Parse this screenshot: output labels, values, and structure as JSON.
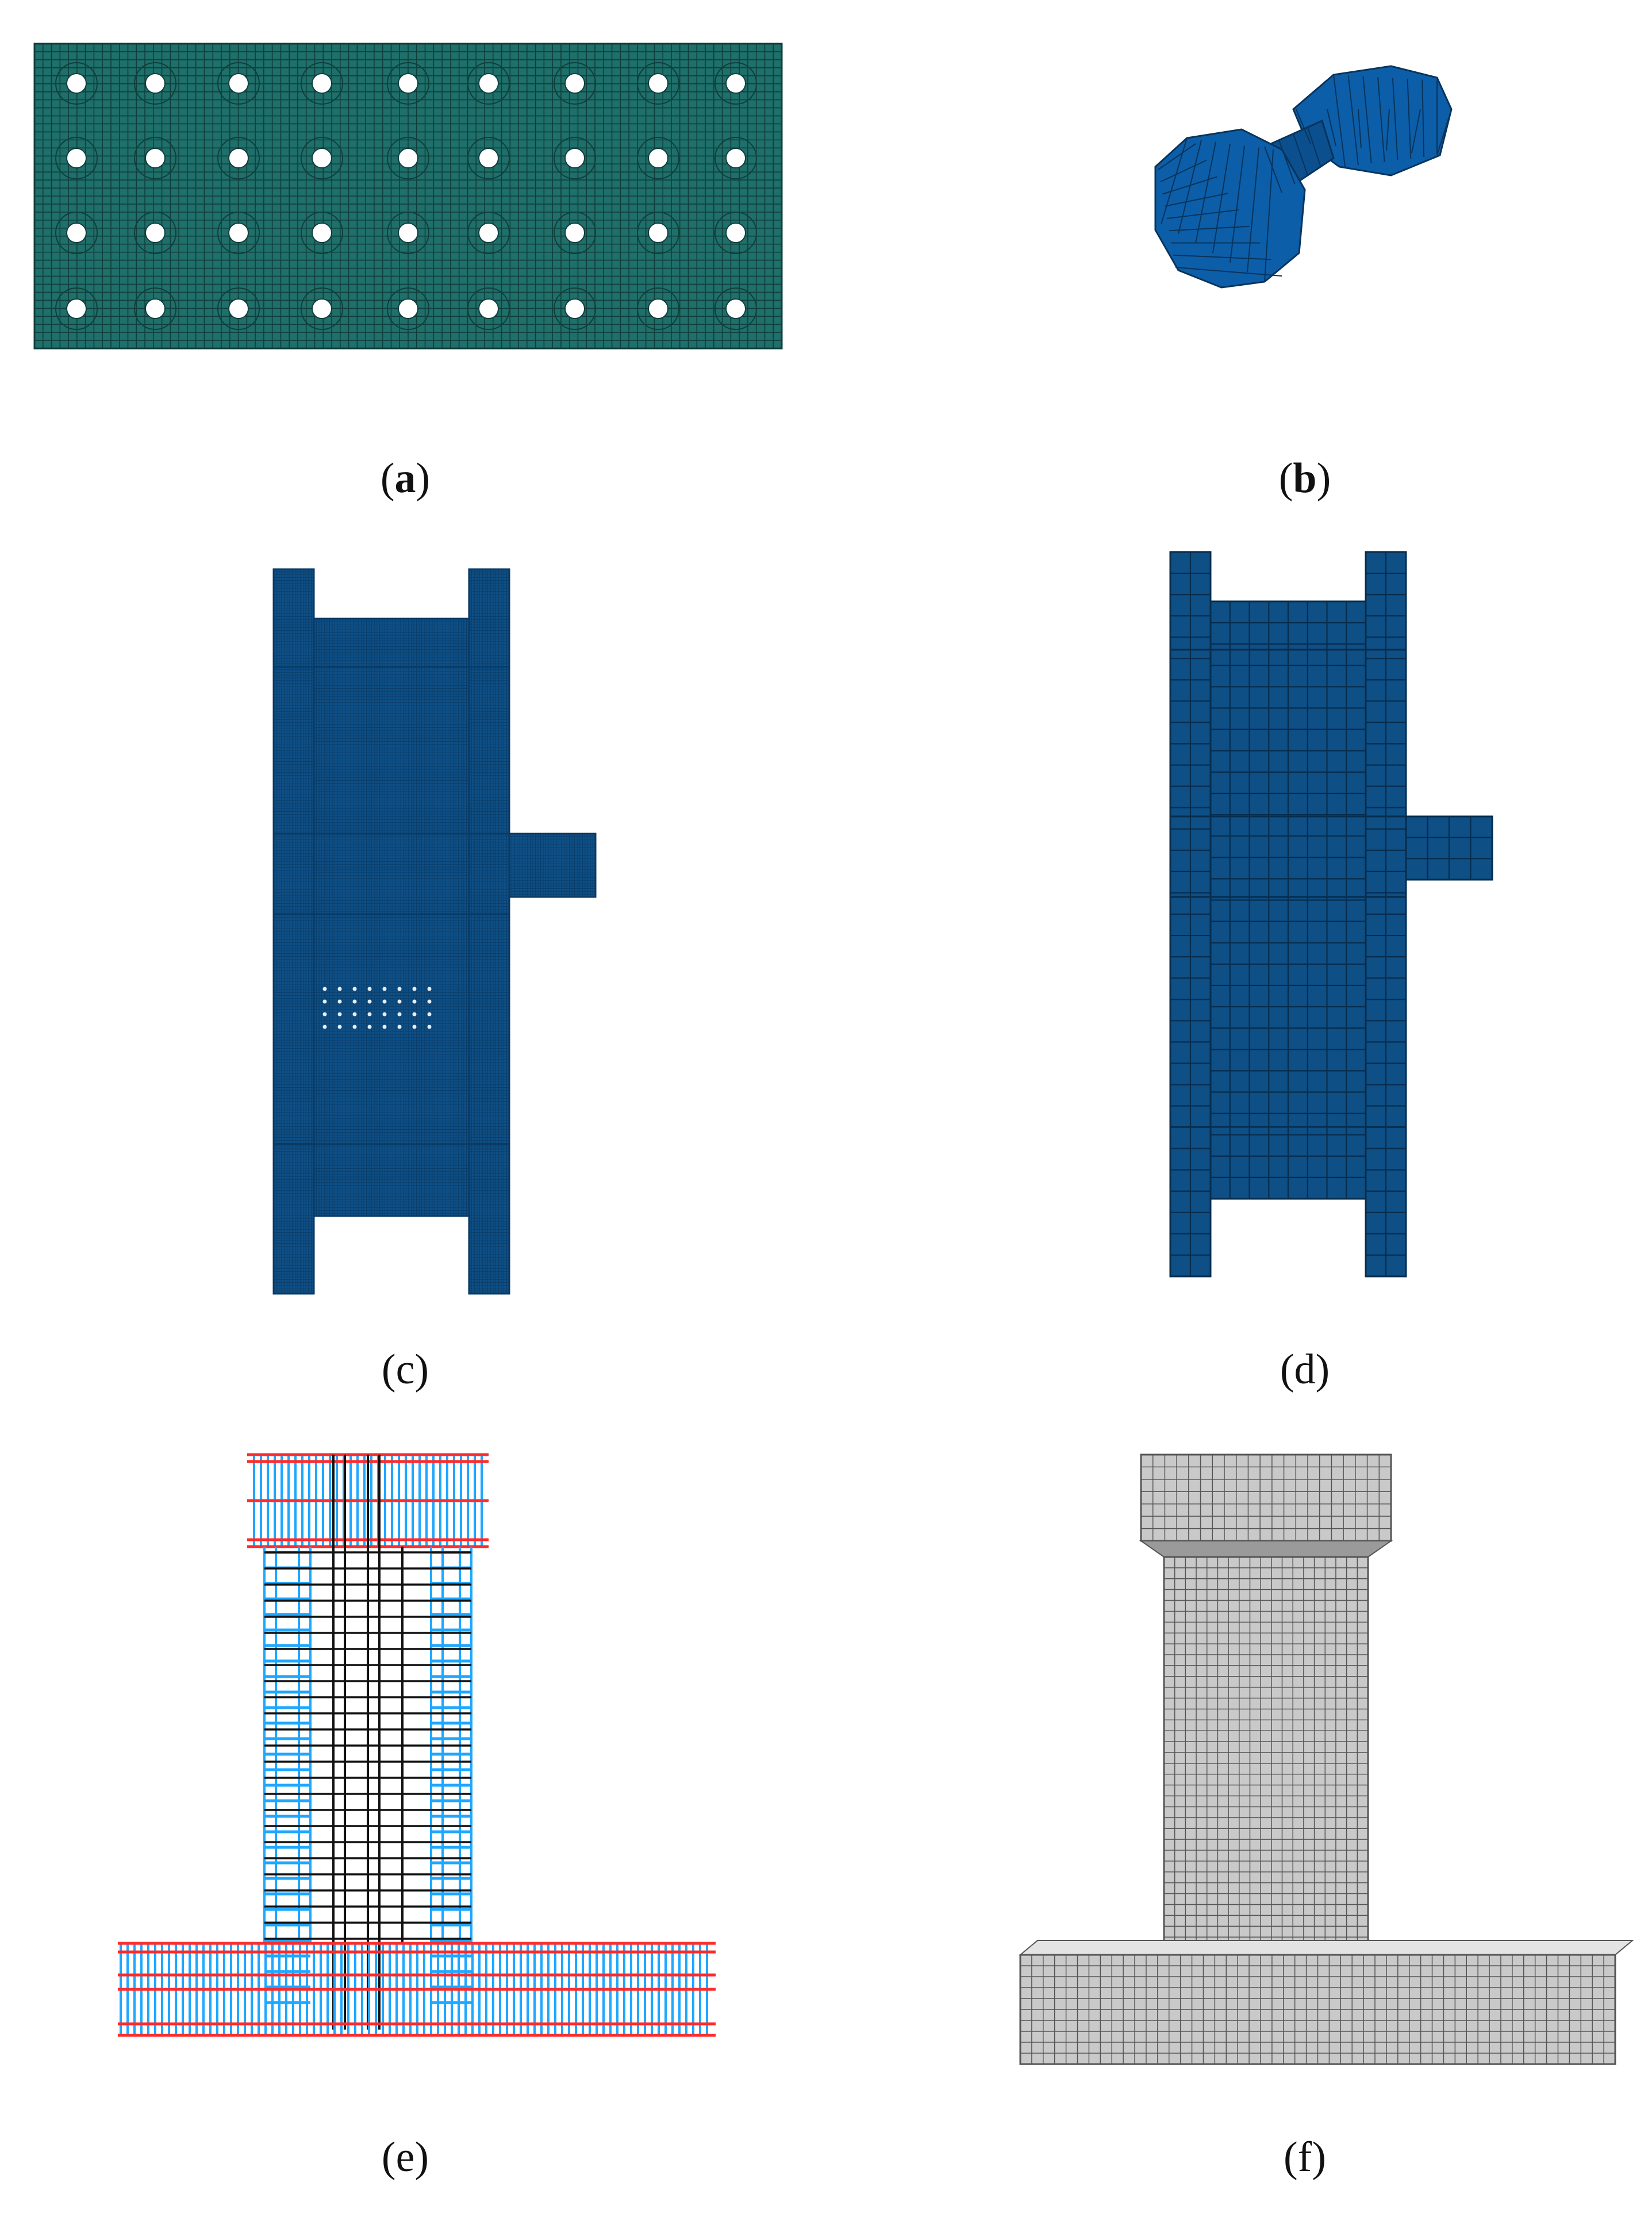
{
  "figure": {
    "captions": {
      "a": {
        "open": "(",
        "letter": "a",
        "close": ")",
        "bold": true
      },
      "b": {
        "open": "(",
        "letter": "b",
        "close": ")",
        "bold": true
      },
      "c": {
        "text": "(c)"
      },
      "d": {
        "text": "(d)"
      },
      "e": {
        "text": "(e)"
      },
      "f": {
        "text": "(f)"
      }
    },
    "panels": {
      "a": {
        "content": "steel plate mesh with bolt holes",
        "hole_rows": 4,
        "hole_cols": 9,
        "colors": {
          "fill": "#1f6f6a",
          "mesh": "#0f3f3c",
          "hole": "#ffffff"
        }
      },
      "b": {
        "content": "bolt mesh",
        "colors": {
          "fill": "#0d5ea8",
          "mesh": "#08345c"
        }
      },
      "c": {
        "content": "fine mesh steel section with bolt hole group",
        "colors": {
          "fill": "#0e4f86",
          "mesh": "#0a3a63"
        }
      },
      "d": {
        "content": "coarse mesh steel section",
        "colors": {
          "fill": "#0e4f86",
          "mesh": "#072d4e"
        }
      },
      "e": {
        "content": "reinforcement cage",
        "colors": {
          "longitudinal": "#ff2a2a",
          "stirrup": "#1ea7ff",
          "core": "#111111"
        }
      },
      "f": {
        "content": "concrete column and foundation mesh",
        "colors": {
          "fill": "#c9c9c9",
          "mesh": "#555555",
          "top": "#e3e3e3"
        }
      }
    }
  }
}
